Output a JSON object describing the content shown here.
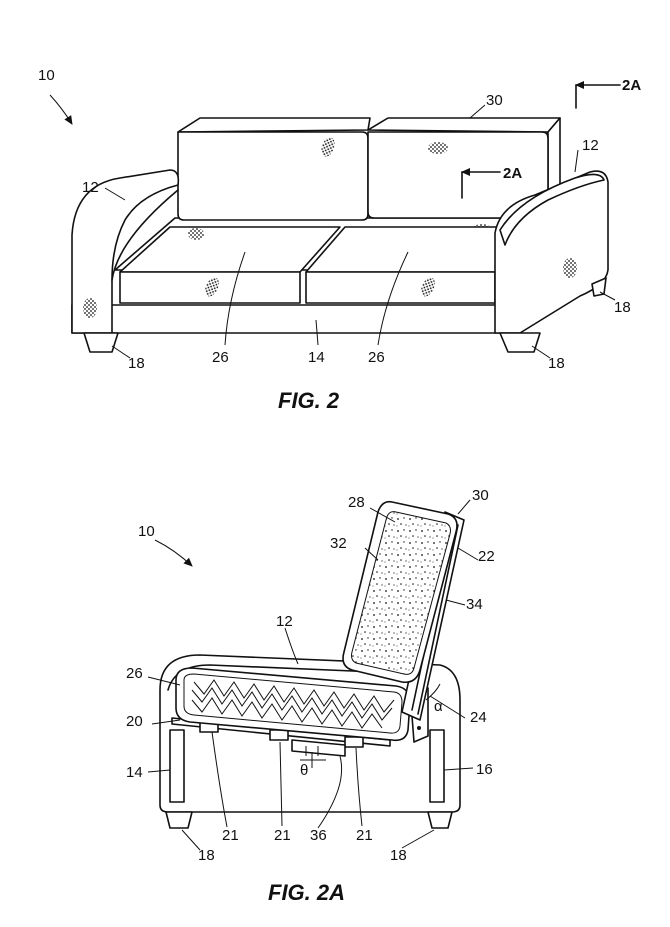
{
  "fig2": {
    "caption": "FIG. 2",
    "labels": {
      "sofa": "10",
      "arm_left": "12",
      "arm_right": "12",
      "back": "30",
      "section_top": "2A",
      "section_mid": "2A",
      "base": "14",
      "seat_left": "26",
      "seat_right": "26",
      "leg_left": "18",
      "leg_center": "18",
      "leg_right": "18"
    }
  },
  "fig2a": {
    "caption": "FIG. 2A",
    "labels": {
      "sofa": "10",
      "back_cushion": "28",
      "back": "30",
      "front_layer": "32",
      "frame": "22",
      "rear_layer": "34",
      "arm": "12",
      "seat": "26",
      "angle_alpha": "α",
      "bracket": "24",
      "platform": "20",
      "left_side": "14",
      "right_side": "16",
      "angle_theta": "θ",
      "support_left": "21",
      "support_center": "21",
      "support_right": "21",
      "mount": "36",
      "leg_left": "18",
      "leg_right": "18"
    }
  }
}
